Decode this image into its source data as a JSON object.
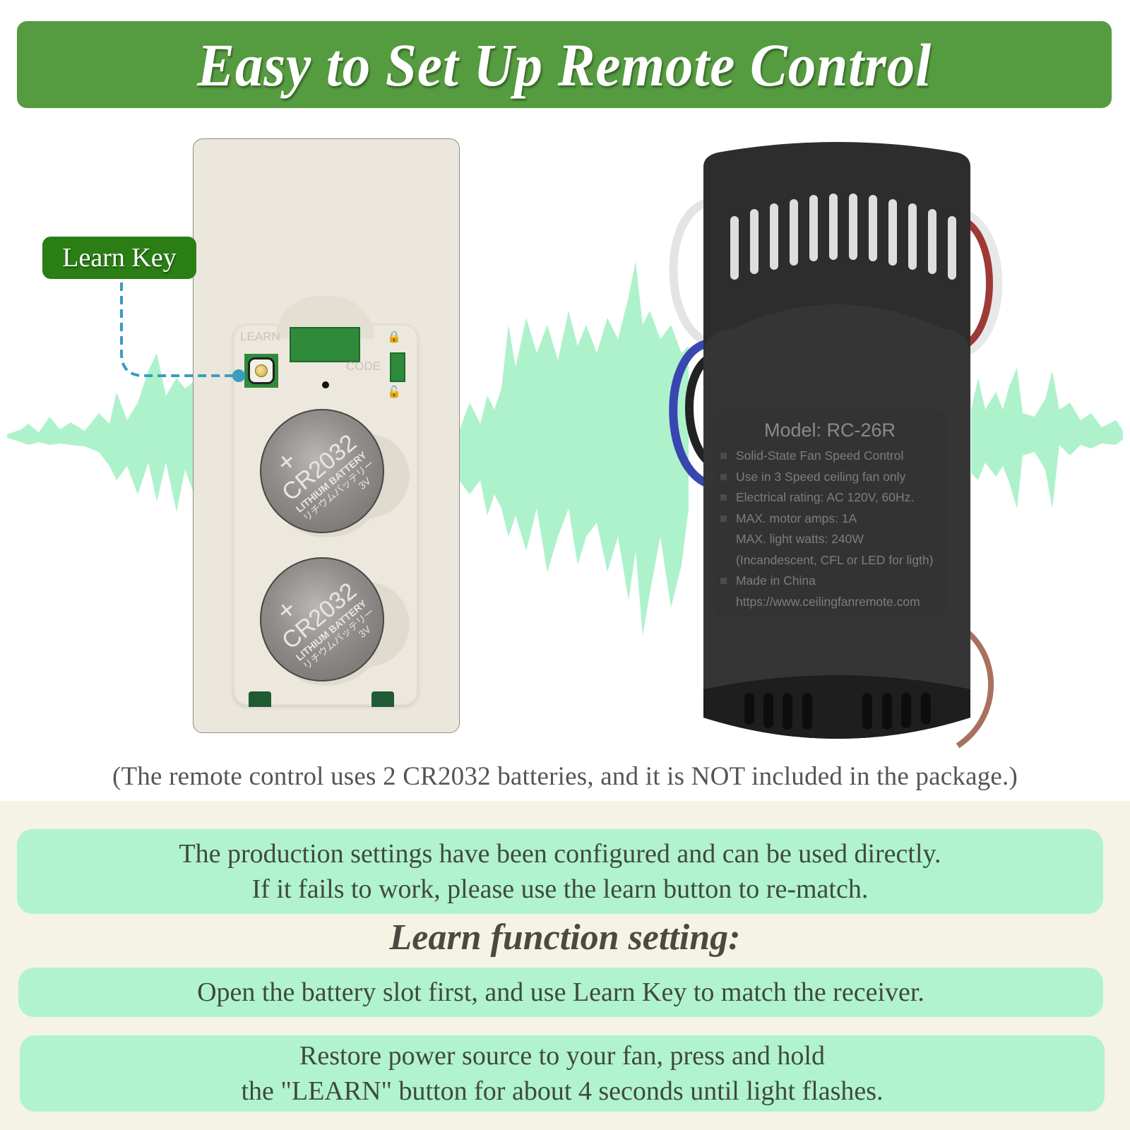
{
  "header": {
    "title": "Easy to Set Up Remote Control",
    "background_color": "#559b3f"
  },
  "remote": {
    "callout_label": "Learn Key",
    "learn_label": "LEARN",
    "code_label": "CODE",
    "batteries": [
      {
        "plus": "+",
        "model": "CR2032",
        "line1": "LITHIUM BATTERY",
        "line2": "リチウムバッテリー",
        "voltage": "3V"
      },
      {
        "plus": "+",
        "model": "CR2032",
        "line1": "LITHIUM BATTERY",
        "line2": "リチウムバッテリー",
        "voltage": "3V"
      }
    ]
  },
  "receiver": {
    "model": "Model: RC-26R",
    "specs": [
      {
        "bullet": true,
        "text": "Solid-State Fan Speed Control"
      },
      {
        "bullet": true,
        "text": "Use in 3 Speed ceiling fan only"
      },
      {
        "bullet": true,
        "text": "Electrical rating: AC 120V, 60Hz."
      },
      {
        "bullet": true,
        "text": "MAX. motor amps: 1A"
      },
      {
        "bullet": false,
        "text": "MAX. light watts: 240W"
      },
      {
        "bullet": false,
        "text": "(Incandescent, CFL or LED for ligth)"
      },
      {
        "bullet": true,
        "text": "Made in China"
      },
      {
        "bullet": false,
        "text": "https://www.ceilingfanremote.com"
      }
    ]
  },
  "caption": "(The remote control uses 2 CR2032 batteries, and it is NOT included in the package.)",
  "notes": {
    "intro_line1": "The production settings have been configured and can be used directly.",
    "intro_line2": "If it fails to work, please use the learn button to re-match.",
    "heading": "Learn function setting:",
    "step1": "Open the battery slot first, and use Learn Key to match the receiver.",
    "step2_line1": "Restore power source to your fan, press and hold",
    "step2_line2": "the \"LEARN\" button for about 4 seconds until light flashes."
  },
  "colors": {
    "accent_green": "#559b3f",
    "callout_green": "#2a7e14",
    "mint": "#b1f3cf",
    "waveform": "#aef2cc",
    "cream": "#f5f3e4",
    "callout_line": "#3a9cc0"
  }
}
